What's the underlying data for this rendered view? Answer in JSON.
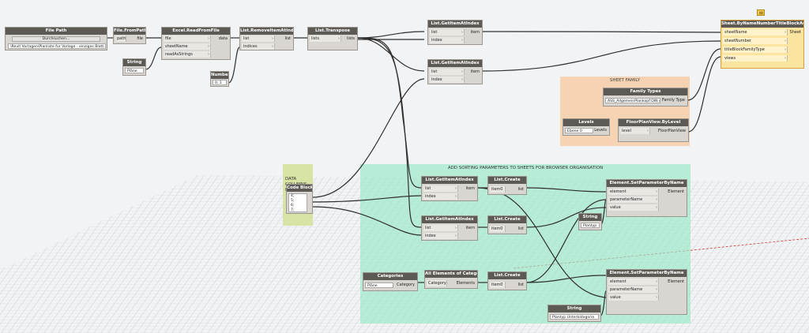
{
  "groups": {
    "sheet_family": "SHEET FAMILY",
    "data_columns": "DATA\nCOLUMNS\nFROM EXCEL",
    "sorting": "ADD SORTING PARAMETERS TO SHEETS FOR BROWSER ORGANISATION"
  },
  "nodes": {
    "file_path": {
      "title": "File Path",
      "button": "Durchsuchen...",
      "path_value": "\\Revit Vorlagen\\Planliste fur Vorlage - einziges Blatt.xlsx"
    },
    "file_from_path": {
      "title": "File.FromPath",
      "in": "path",
      "out": "file"
    },
    "string_plaene": {
      "title": "String",
      "value": "Pläne"
    },
    "excel_read": {
      "title": "Excel.ReadFromFile",
      "in1": "file",
      "in2": "sheetName",
      "in3": "readAsStrings",
      "out": "data"
    },
    "number": {
      "title": "Number",
      "value": "0..1"
    },
    "remove_item": {
      "title": "List.RemoveItemAtIndex",
      "in1": "list",
      "in2": "indices",
      "out": "list"
    },
    "transpose": {
      "title": "List.Transpose",
      "in": "lists",
      "out": "lists"
    },
    "get_item_1": {
      "title": "List.GetItemAtIndex",
      "in1": "list",
      "in2": "index",
      "out": "item"
    },
    "get_item_2": {
      "title": "List.GetItemAtIndex",
      "in1": "list",
      "in2": "index",
      "out": "item"
    },
    "sheet_by_name": {
      "title": "Sheet.ByNameNumberTitleBlockAndViews",
      "in1": "sheetName",
      "in2": "sheetNumber",
      "in3": "titleBlockFamilyType",
      "in4": "views",
      "out": "Sheet"
    },
    "family_types": {
      "title": "Family Types",
      "value": "ASS_AllgemeinPlankopf:DIN A2",
      "out": "Family Type"
    },
    "levels": {
      "title": "Levels",
      "value": "Ebene 0",
      "out": "Levels"
    },
    "floor_plan": {
      "title": "FloorPlanView.ByLevel",
      "in": "level",
      "out": "FloorPlanView"
    },
    "code_block": {
      "title": "Code Block",
      "lines": [
        "4;",
        "5;",
        "6;",
        "7;"
      ]
    },
    "get_item_3": {
      "title": "List.GetItemAtIndex",
      "in1": "list",
      "in2": "index",
      "out": "item"
    },
    "get_item_4": {
      "title": "List.GetItemAtIndex",
      "in1": "list",
      "in2": "index",
      "out": "item"
    },
    "list_create_1": {
      "title": "List.Create",
      "in": "item0",
      "out": "list"
    },
    "list_create_2": {
      "title": "List.Create",
      "in": "item0",
      "out": "list"
    },
    "list_create_3": {
      "title": "List.Create",
      "in": "item0",
      "out": "list"
    },
    "set_param_1": {
      "title": "Element.SetParameterByName",
      "in1": "element",
      "in2": "parameterName",
      "in3": "value",
      "out": "Element"
    },
    "set_param_2": {
      "title": "Element.SetParameterByName",
      "in1": "element",
      "in2": "parameterName",
      "in3": "value",
      "out": "Element"
    },
    "string_plantyp": {
      "title": "String",
      "value": "Plantyp"
    },
    "categories": {
      "title": "Categories",
      "value": "Pläne",
      "out": "Category"
    },
    "all_elements": {
      "title": "All Elements of Category",
      "in": "Category",
      "out": "Elements"
    },
    "string_unterkat": {
      "title": "String",
      "value": "Plantyp Unterkategorie"
    }
  },
  "colors": {
    "node_header": "#5d5a55",
    "node_body": "#d9d6d1",
    "selected": "#fbe3a0",
    "wire": "#2f2f2f",
    "group_orange": "#f6d0ad",
    "group_green": "#b4ecd6",
    "group_lime": "#dce7a6"
  }
}
